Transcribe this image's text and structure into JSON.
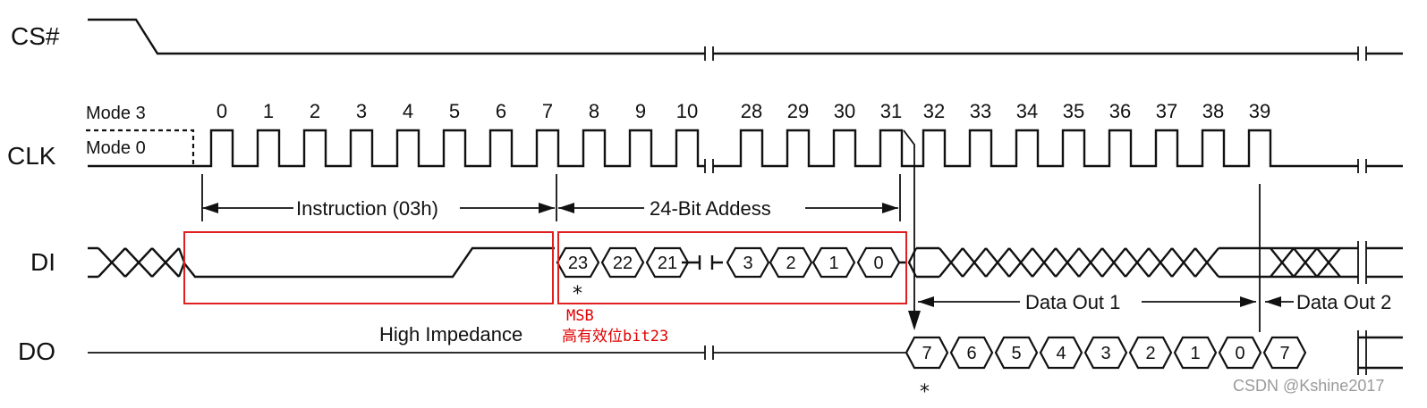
{
  "signals": {
    "cs": "CS#",
    "clk": "CLK",
    "di": "DI",
    "do": "DO"
  },
  "modes": {
    "mode3": "Mode 3",
    "mode0": "Mode 0"
  },
  "clock_numbers": [
    "0",
    "1",
    "2",
    "3",
    "4",
    "5",
    "6",
    "7",
    "8",
    "9",
    "10",
    "28",
    "29",
    "30",
    "31",
    "32",
    "33",
    "34",
    "35",
    "36",
    "37",
    "38",
    "39"
  ],
  "spans": {
    "instruction": "Instruction (03h)",
    "address": "24-Bit Addess",
    "data_out_1": "Data Out 1",
    "data_out_2": "Data Out 2"
  },
  "di_address_bits": [
    "23",
    "22",
    "21",
    "3",
    "2",
    "1",
    "0"
  ],
  "do_data_bits": [
    "7",
    "6",
    "5",
    "4",
    "3",
    "2",
    "1",
    "0",
    "7"
  ],
  "high_impedance": "High Impedance",
  "star": "*",
  "annotation": {
    "line1": "MSB",
    "line2": "高有效位bit23"
  },
  "watermark": "CSDN @Kshine2017"
}
